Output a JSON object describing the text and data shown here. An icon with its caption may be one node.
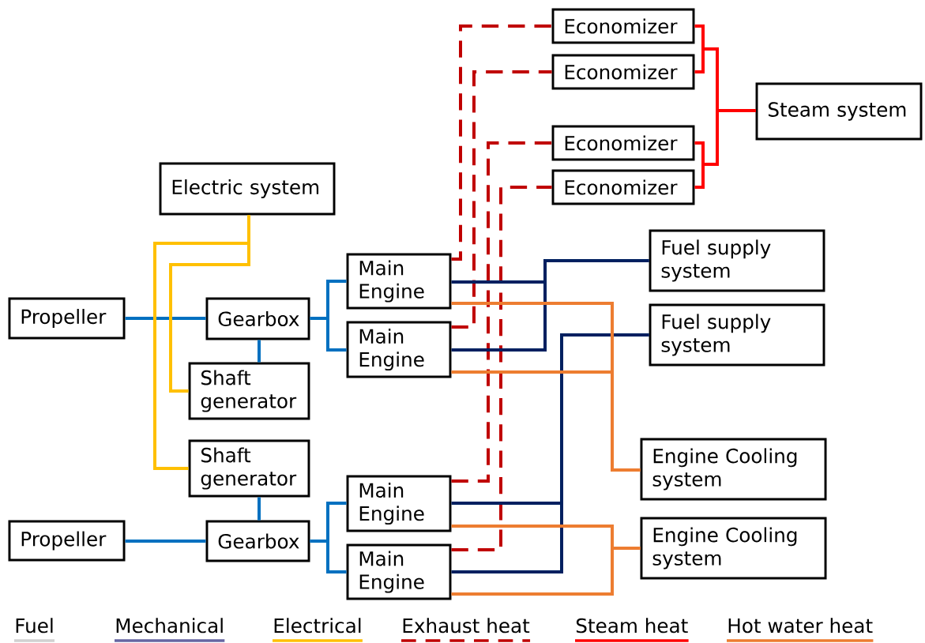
{
  "diagram": {
    "nodes": [
      {
        "text": [
          "Economizer"
        ]
      },
      {
        "text": [
          "Economizer"
        ]
      },
      {
        "text": [
          "Steam system"
        ]
      },
      {
        "text": [
          "Economizer"
        ]
      },
      {
        "text": [
          "Economizer"
        ]
      },
      {
        "text": [
          "Electric system"
        ]
      },
      {
        "text": [
          "Fuel supply system"
        ]
      },
      {
        "text": [
          "Main Engine"
        ]
      },
      {
        "text": [
          "Propeller"
        ]
      },
      {
        "text": [
          "Gearbox"
        ]
      },
      {
        "text": [
          "Fuel supply system"
        ]
      },
      {
        "text": [
          "Main Engine"
        ]
      },
      {
        "text": [
          "Shaft generator"
        ]
      },
      {
        "text": [
          "Shaft generator"
        ]
      },
      {
        "text": [
          "Engine Cooling system"
        ]
      },
      {
        "text": [
          "Main Engine"
        ]
      },
      {
        "text": [
          "Propeller"
        ]
      },
      {
        "text": [
          "Gearbox"
        ]
      },
      {
        "text": [
          "Engine Cooling system"
        ]
      },
      {
        "text": [
          "Main Engine"
        ]
      }
    ],
    "edges": [
      {
        "from": 7,
        "to": 0,
        "arrow": "none",
        "style": "dashed",
        "color": "#c00000"
      },
      {
        "from": 11,
        "to": 1,
        "arrow": "none",
        "style": "dashed",
        "color": "#c00000"
      },
      {
        "from": 15,
        "to": 3,
        "arrow": "none",
        "style": "dashed",
        "color": "#c00000"
      },
      {
        "from": 19,
        "to": 4,
        "arrow": "none",
        "style": "dashed",
        "color": "#c00000"
      },
      {
        "from": 0,
        "to": 2,
        "arrow": "none",
        "color": "#ff0000"
      },
      {
        "from": 1,
        "to": 2,
        "arrow": "none",
        "color": "#ff0000"
      },
      {
        "from": 3,
        "to": 2,
        "arrow": "none",
        "color": "#ff0000"
      },
      {
        "from": 4,
        "to": 2,
        "arrow": "none",
        "color": "#ff0000"
      },
      {
        "from": 8,
        "to": 9,
        "arrow": "none"
      },
      {
        "from": 9,
        "to": 7,
        "arrow": "none"
      },
      {
        "from": 9,
        "to": 11,
        "arrow": "none"
      },
      {
        "from": 9,
        "to": 12,
        "arrow": "none"
      },
      {
        "from": 13,
        "to": 17,
        "arrow": "none"
      },
      {
        "from": 16,
        "to": 17,
        "arrow": "none"
      },
      {
        "from": 17,
        "to": 15,
        "arrow": "none"
      },
      {
        "from": 17,
        "to": 19,
        "arrow": "none"
      },
      {
        "from": 5,
        "to": 12,
        "arrow": "none",
        "color": "#ffc000"
      },
      {
        "from": 5,
        "to": 13,
        "arrow": "none",
        "color": "#ffc000"
      },
      {
        "from": 7,
        "to": 6,
        "arrow": "none",
        "color": "#002060"
      },
      {
        "from": 11,
        "to": 6,
        "arrow": "none",
        "color": "#002060"
      },
      {
        "from": 15,
        "to": 10,
        "arrow": "none",
        "color": "#002060"
      },
      {
        "from": 19,
        "to": 10,
        "arrow": "none",
        "color": "#002060"
      },
      {
        "from": 7,
        "to": 14,
        "arrow": "none",
        "color": "#ed7d31"
      },
      {
        "from": 11,
        "to": 14,
        "arrow": "none",
        "color": "#ed7d31"
      },
      {
        "from": 15,
        "to": 18,
        "arrow": "none",
        "color": "#ed7d31"
      },
      {
        "from": 19,
        "to": 18,
        "arrow": "none",
        "color": "#ed7d31"
      }
    ],
    "legend": [
      {
        "text": "Fuel"
      },
      {
        "text": "Mechanical"
      },
      {
        "text": "Electrical"
      },
      {
        "text": "Exhaust heat"
      },
      {
        "text": "Steam heat"
      },
      {
        "text": "Hot water heat"
      }
    ]
  }
}
